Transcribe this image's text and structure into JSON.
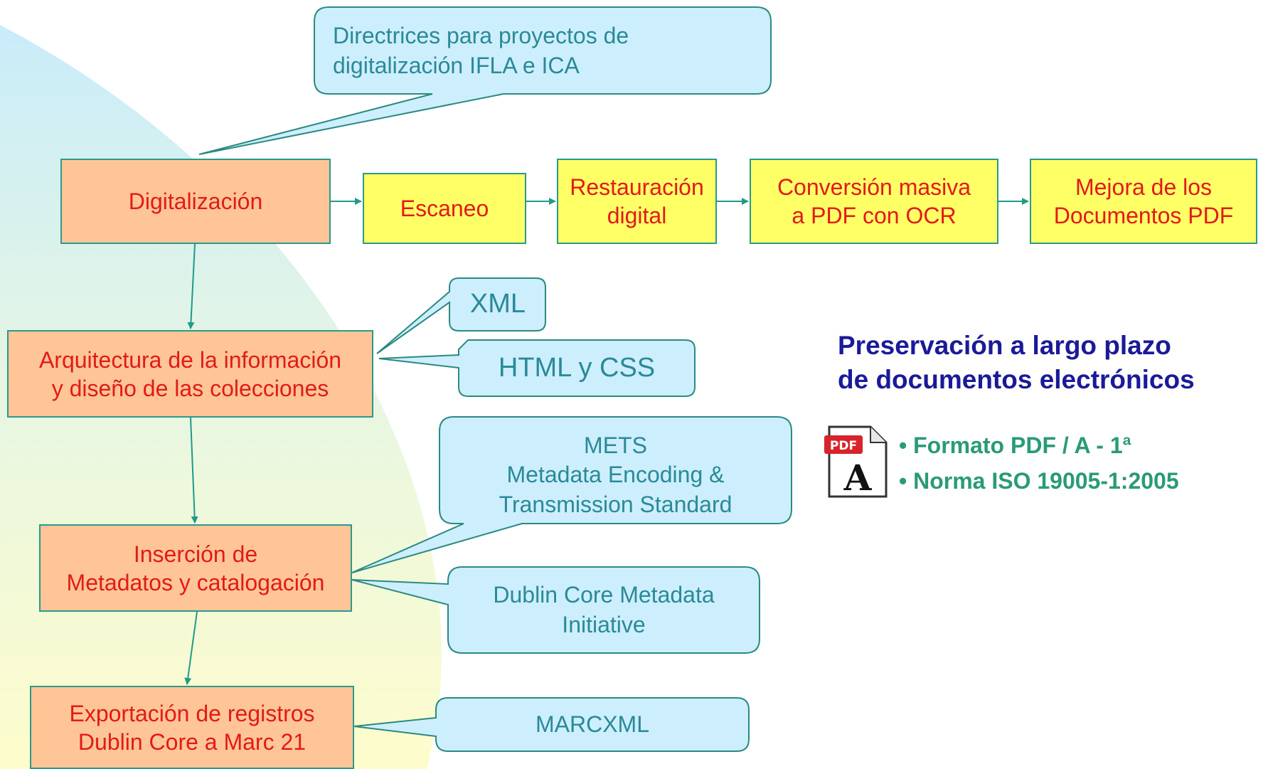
{
  "flow": {
    "digitalizacion": "Digitalización",
    "escaneo": "Escaneo",
    "restauracion": "Restauración\ndigital",
    "conversion": "Conversión masiva\na PDF con OCR",
    "mejora": "Mejora de los\nDocumentos PDF",
    "arquitectura": "Arquitectura de la  información\ny diseño de las colecciones",
    "insercion": "Inserción de\nMetadatos y catalogación",
    "exportacion": "Exportación de registros\nDublin Core a Marc 21"
  },
  "callouts": {
    "directrices": "Directrices para proyectos de\ndigitalización IFLA e ICA",
    "xml": "XML",
    "html_css": "HTML y CSS",
    "mets": "METS\nMetadata Encoding &\nTransmission Standard",
    "dublin": "Dublin Core Metadata\nInitiative",
    "marcxml": "MARCXML"
  },
  "preservation": {
    "heading": "Preservación a largo plazo\nde documentos electrónicos",
    "bullets": [
      "• Formato PDF / A - 1ª",
      "• Norma ISO 19005-1:2005"
    ],
    "icon": "pdf-document-icon"
  },
  "colors": {
    "orange_box": "#ffc596",
    "yellow_box": "#ffff66",
    "callout_fill": "#cdeefc",
    "box_text": "#e21a1a",
    "callout_text": "#2a8a98",
    "heading_text": "#1a1a99",
    "bullet_text": "#2a9a78",
    "connector": "#1f9a8a"
  }
}
